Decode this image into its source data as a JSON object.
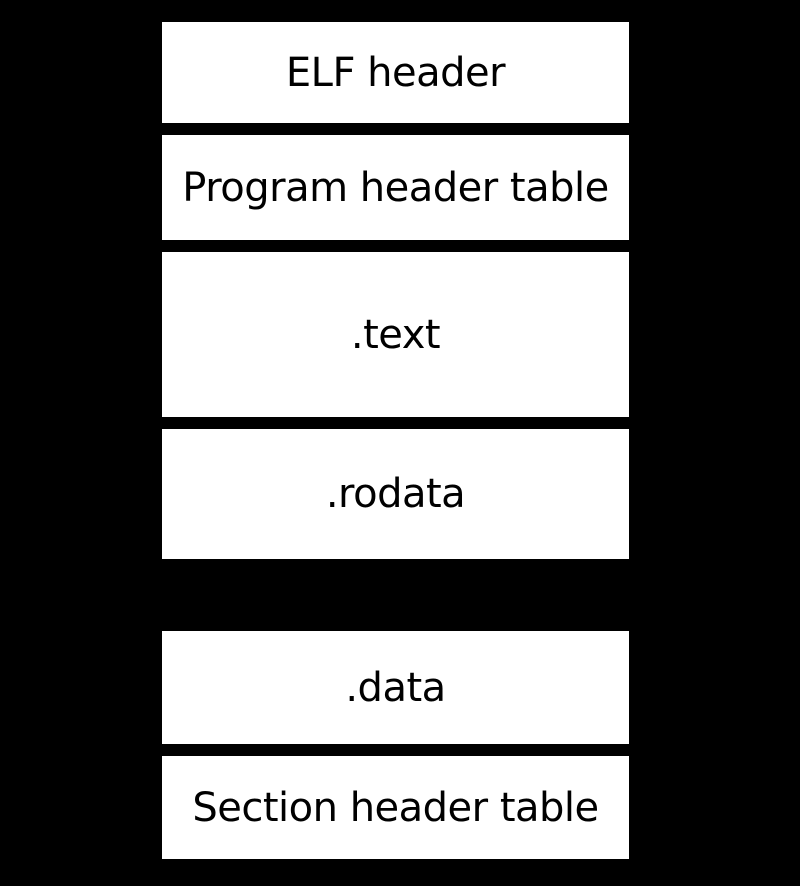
{
  "diagram": {
    "segments": [
      {
        "label": "ELF header"
      },
      {
        "label": "Program header table"
      },
      {
        "label": ".text"
      },
      {
        "label": ".rodata"
      },
      {
        "label": ".data"
      },
      {
        "label": "Section header table"
      }
    ],
    "colors": {
      "background": "#000000",
      "segment_fill": "#ffffff",
      "segment_border": "#000000",
      "label_text": "#000000"
    }
  }
}
